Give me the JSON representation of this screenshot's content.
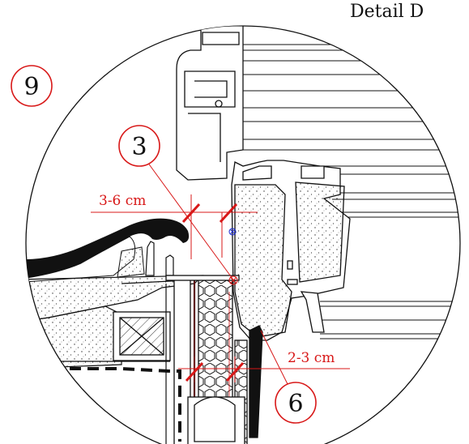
{
  "title": "Detail D",
  "callouts": {
    "c9": "9",
    "c3": "3",
    "c6": "6"
  },
  "dimensions": {
    "gap_upper": "3-6 cm",
    "gap_lower": "2-3 cm"
  },
  "colors": {
    "dimension_red": "#d81818",
    "line": "#111111",
    "insulation_fill": "#ffffff"
  }
}
